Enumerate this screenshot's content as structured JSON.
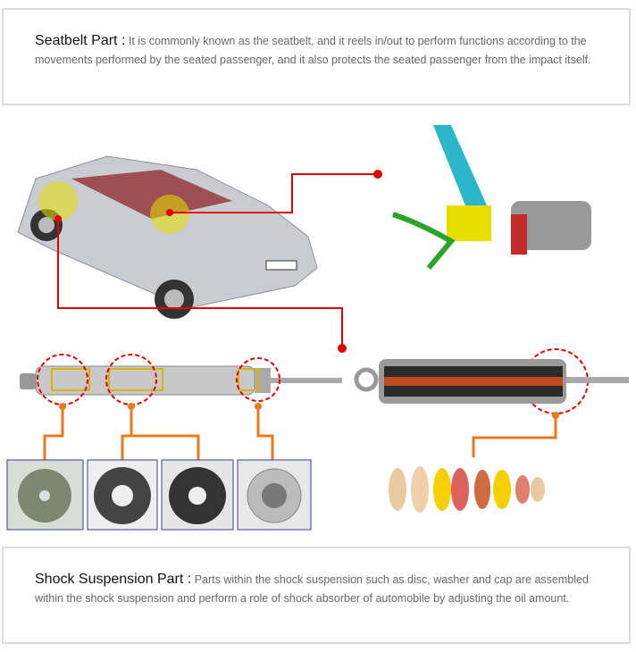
{
  "seatbelt": {
    "title": "Seatbelt Part :",
    "text": "It is commonly known as the seatbelt, and it reels in/out to perform functions according to the movements performed by the seated passenger, and it also protects the seated passenger from the impact itself."
  },
  "shock": {
    "title": "Shock Suspension Part :",
    "text": "Parts within the shock suspension such as disc, washer and cap are assembled within the shock suspension and perform a role of shock absorber of automobile by adjusting the oil amount."
  },
  "colors": {
    "red": "#e00000",
    "orange": "#e87a1c",
    "border": "#dcdcdc"
  }
}
